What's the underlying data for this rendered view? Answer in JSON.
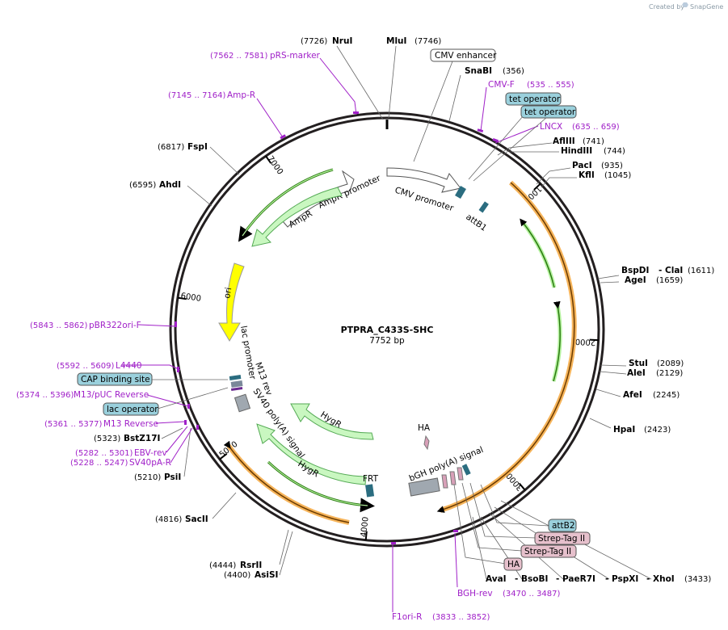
{
  "credit": {
    "prefix": "Created by",
    "brand": "SnapGene"
  },
  "plasmid": {
    "name": "PTPRA_C433S-SHC",
    "size": "7752 bp"
  },
  "ticks": [
    "1000",
    "2000",
    "3000",
    "4000",
    "5000",
    "6000",
    "7000"
  ],
  "enzymes": [
    {
      "name": "NruI",
      "pos": "(7726)"
    },
    {
      "name": "MluI",
      "pos": "(7746)"
    },
    {
      "name": "SnaBI",
      "pos": "(356)"
    },
    {
      "name": "AflIII",
      "pos": "(741)"
    },
    {
      "name": "HindIII",
      "pos": "(744)"
    },
    {
      "name": "PacI",
      "pos": "(935)"
    },
    {
      "name": "KflI",
      "pos": "(1045)"
    },
    {
      "name": "BspDI",
      "pos": ""
    },
    {
      "name": "ClaI",
      "pos": "(1611)"
    },
    {
      "name": "AgeI",
      "pos": "(1659)"
    },
    {
      "name": "StuI",
      "pos": "(2089)"
    },
    {
      "name": "AleI",
      "pos": "(2129)"
    },
    {
      "name": "AfeI",
      "pos": "(2245)"
    },
    {
      "name": "HpaI",
      "pos": "(2423)"
    },
    {
      "name": "AvaI",
      "pos": ""
    },
    {
      "name": "BsoBI",
      "pos": ""
    },
    {
      "name": "PaeR7I",
      "pos": ""
    },
    {
      "name": "PspXI",
      "pos": ""
    },
    {
      "name": "XhoI",
      "pos": "(3433)"
    },
    {
      "name": "RsrII",
      "pos": "(4444)"
    },
    {
      "name": "AsiSI",
      "pos": "(4400)"
    },
    {
      "name": "SacII",
      "pos": "(4816)"
    },
    {
      "name": "PsiI",
      "pos": "(5210)"
    },
    {
      "name": "BstZ17I",
      "pos": "(5323)"
    },
    {
      "name": "AhdI",
      "pos": "(6595)"
    },
    {
      "name": "FspI",
      "pos": "(6817)"
    }
  ],
  "primers": [
    {
      "name": "pRS-marker",
      "pos": "(7562 .. 7581)"
    },
    {
      "name": "Amp-R",
      "pos": "(7145 .. 7164)"
    },
    {
      "name": "CMV-F",
      "pos": "(535 .. 555)"
    },
    {
      "name": "LNCX",
      "pos": "(635 .. 659)"
    },
    {
      "name": "pBR322ori-F",
      "pos": "(5843 .. 5862)"
    },
    {
      "name": "L4440",
      "pos": "(5592 .. 5609)"
    },
    {
      "name": "M13/pUC Reverse",
      "pos": "(5374 .. 5396)"
    },
    {
      "name": "M13 Reverse",
      "pos": "(5361 .. 5377)"
    },
    {
      "name": "EBV-rev",
      "pos": "(5282 .. 5301)"
    },
    {
      "name": "SV40pA-R",
      "pos": "(5228 .. 5247)"
    },
    {
      "name": "BGH-rev",
      "pos": "(3470 .. 3487)"
    },
    {
      "name": "F1ori-R",
      "pos": "(3833 .. 3852)"
    }
  ],
  "boxed_features": [
    {
      "name": "CMV enhancer"
    },
    {
      "name": "tet operator"
    },
    {
      "name": "tet operator"
    },
    {
      "name": "CAP binding site"
    },
    {
      "name": "lac operator"
    },
    {
      "name": "attB2"
    },
    {
      "name": "Strep-Tag II"
    },
    {
      "name": "Strep-Tag II"
    },
    {
      "name": "HA"
    }
  ],
  "inner_features": [
    "CMV promoter",
    "attB1",
    "AmpR promoter",
    "AmpR",
    "ori",
    "lac promoter",
    "M13 rev",
    "SV40 poly(A) signal",
    "HygR",
    "HygR",
    "FRT",
    "HA",
    "bGH poly(A) signal"
  ],
  "colors": {
    "backbone": "#231f20",
    "primer": "#a020c8",
    "arrow_green": "#c9f7c0",
    "arrow_orange": "#f6b45a",
    "ori_yellow": "#ffff00",
    "tag_pink": "#e6c0cc",
    "box_blue": "#9ad0dc",
    "marker_teal": "#2b6d80"
  }
}
